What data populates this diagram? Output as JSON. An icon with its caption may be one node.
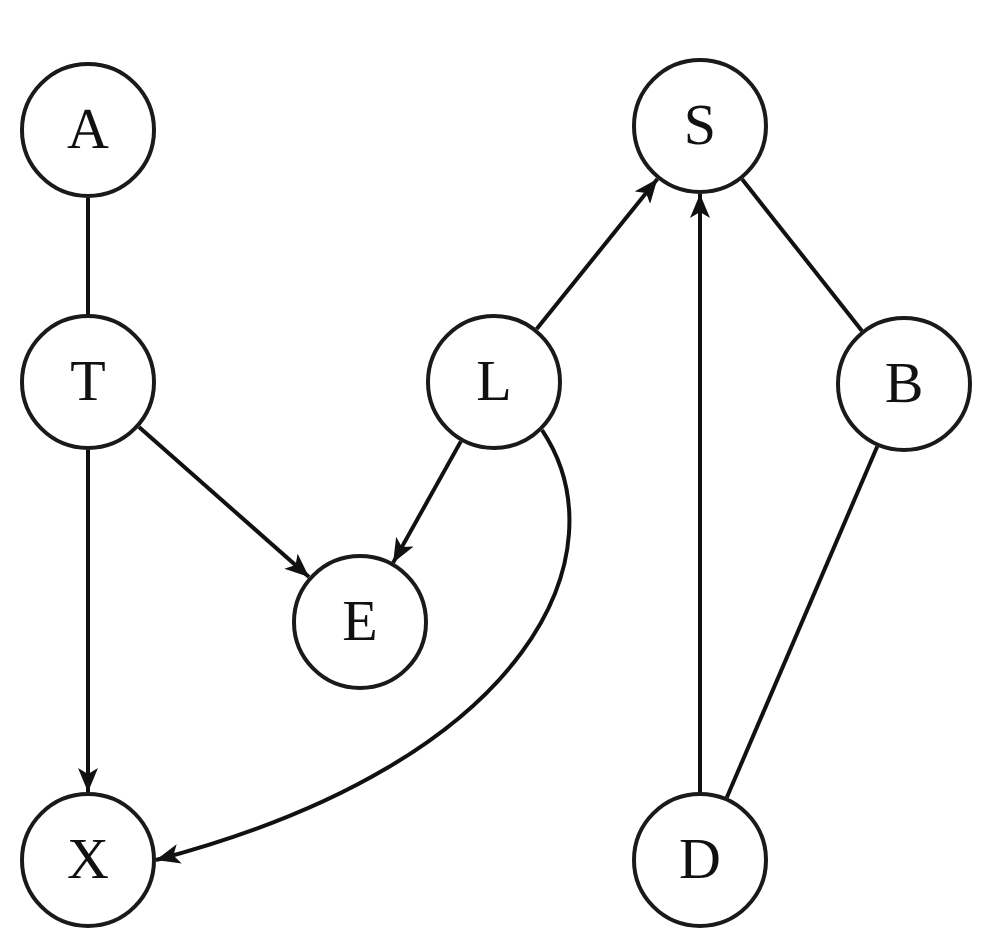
{
  "diagram": {
    "nodes": [
      {
        "text": [
          "A"
        ]
      },
      {
        "text": [
          "S"
        ]
      },
      {
        "text": [
          "T"
        ]
      },
      {
        "text": [
          "L"
        ]
      },
      {
        "text": [
          "B"
        ]
      },
      {
        "text": [
          "E"
        ]
      },
      {
        "text": [
          "X"
        ]
      },
      {
        "text": [
          "D"
        ]
      }
    ],
    "edges": [
      {
        "from": 0,
        "to": 2,
        "arrow": "none"
      },
      {
        "from": 1,
        "to": 4,
        "arrow": "none"
      },
      {
        "from": 3,
        "to": 1,
        "arrow": "to"
      },
      {
        "from": 2,
        "to": 5,
        "arrow": "to"
      },
      {
        "from": 2,
        "to": 6,
        "arrow": "to"
      },
      {
        "from": 3,
        "to": 5,
        "arrow": "to"
      },
      {
        "from": 3,
        "to": 6,
        "arrow": "to"
      },
      {
        "from": 7,
        "to": 1,
        "arrow": "to"
      },
      {
        "from": 4,
        "to": 7,
        "arrow": "none"
      }
    ]
  }
}
